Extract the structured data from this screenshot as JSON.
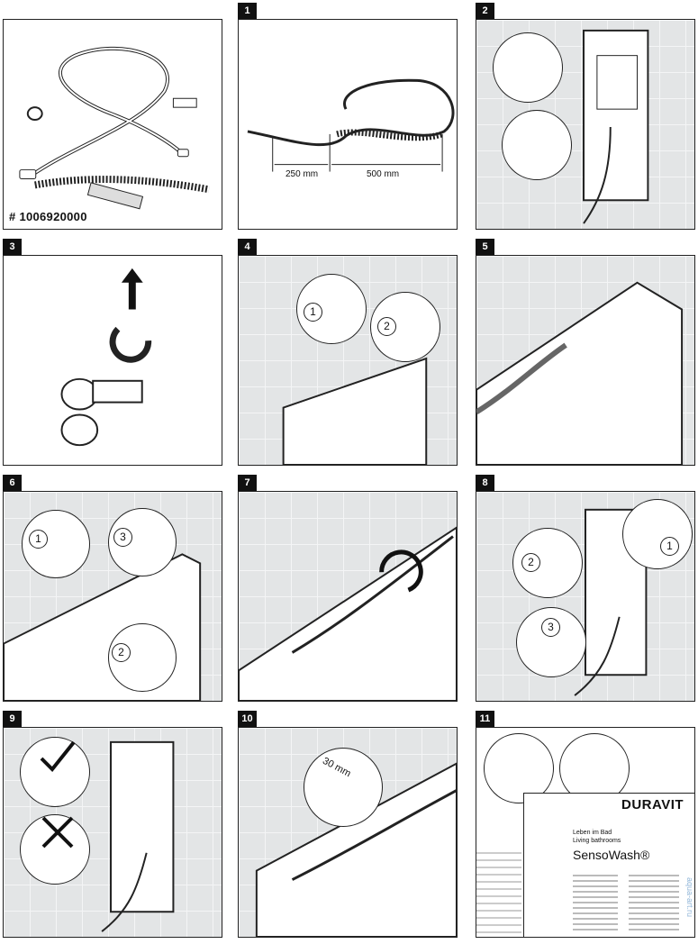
{
  "steps": {
    "s1": "1",
    "s2": "2",
    "s3": "3",
    "s4": "4",
    "s5": "5",
    "s6": "6",
    "s7": "7",
    "s8": "8",
    "s9": "9",
    "s10": "10",
    "s11": "11"
  },
  "parts": {
    "part_number": "# 1006920000"
  },
  "step1": {
    "len_a": "250 mm",
    "len_b": "500 mm"
  },
  "markers": {
    "m1": "1",
    "m2": "2",
    "m3": "3"
  },
  "step10": {
    "distance": "30 mm"
  },
  "step11": {
    "brand": "DURAVIT",
    "doc_line1": "Leben im Bad",
    "doc_line2": "Living bathrooms",
    "product": "SensoWash®"
  },
  "watermark": "aqua-art.ru"
}
